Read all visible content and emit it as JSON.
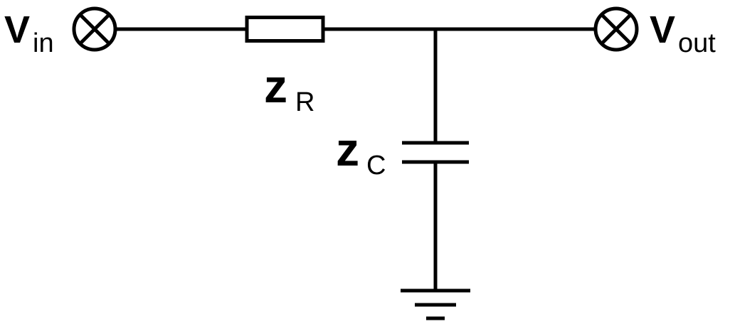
{
  "diagram": {
    "input_terminal": {
      "symbol": "V",
      "subscript": "in"
    },
    "output_terminal": {
      "symbol": "V",
      "subscript": "out"
    },
    "resistor": {
      "symbol": "z",
      "subscript": "R"
    },
    "capacitor": {
      "symbol": "z",
      "subscript": "C"
    },
    "colors": {
      "line": "#000000",
      "background": "#ffffff"
    },
    "icons": {
      "terminal": "cross-circle-terminal",
      "resistor": "rectangle-resistor",
      "capacitor": "parallel-plate-capacitor",
      "ground": "ground-symbol"
    }
  }
}
